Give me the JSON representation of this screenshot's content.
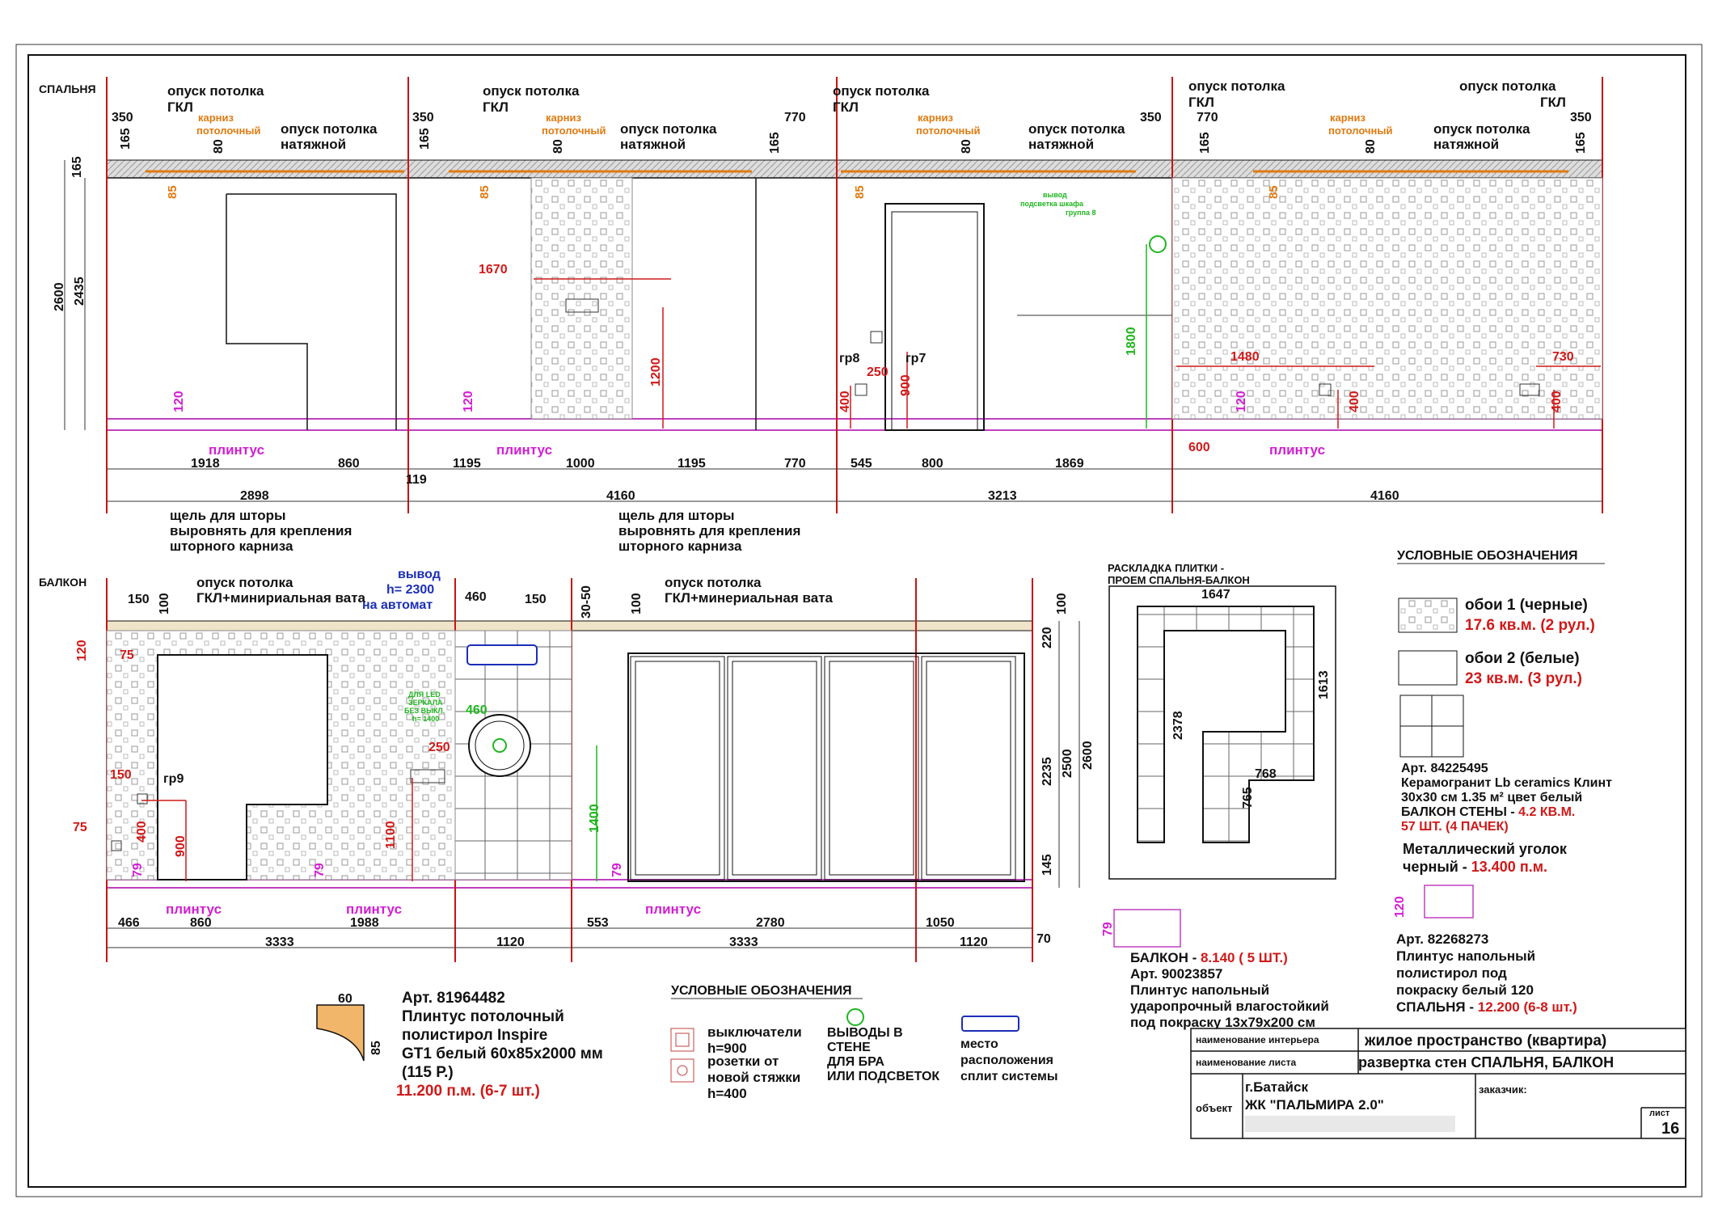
{
  "sections": {
    "bedroom": "СПАЛЬНЯ",
    "balcony": "БАЛКОН"
  },
  "bedroom": {
    "callouts": {
      "ceiling_gkl_1": "опуск потолка",
      "gkl": "ГКЛ",
      "cornice": "карниз",
      "cornice2": "потолочный",
      "ceiling_stretch": "опуск потолка",
      "stretch": "натяжной",
      "output_1": "вывод",
      "output_2": "подсветка шкафа",
      "output_3": "группа 8",
      "baseboard": "плинтус",
      "gr8": "гр8",
      "gr7": "гр7"
    },
    "dims": {
      "d350": "350",
      "d165": "165",
      "d80": "80",
      "d85": "85",
      "d770": "770",
      "d2600": "2600",
      "d2435": "2435",
      "d1670": "1670",
      "d1200": "1200",
      "d1800": "1800",
      "d1480": "1480",
      "d730": "730",
      "d250": "250",
      "d400": "400",
      "d900": "900",
      "d120": "120",
      "d600": "600",
      "d1918": "1918",
      "d860": "860",
      "d119": "119",
      "d1195": "1195",
      "d1000": "1000",
      "d545": "545",
      "d800": "800",
      "d1869": "1869",
      "d2898": "2898",
      "d4160": "4160",
      "d3213": "3213"
    }
  },
  "balcony": {
    "callouts": {
      "gap_1": "щель для шторы",
      "gap_2": "выровнять для крепления",
      "gap_3": "шторного карниза",
      "ceiling_1": "опуск потолка",
      "ceiling_2": "ГКЛ+минириальная вата",
      "ceiling_3": "ГКЛ+минериальная вата",
      "out_1": "вывод",
      "out_2": "h= 2300",
      "out_3": "на автомат",
      "led_1": "ДЛЯ LED",
      "led_2": "ЗЕРКАЛА",
      "led_3": "БЕЗ ВЫКЛ.",
      "led_4": "h= 1400",
      "gr9": "гр9",
      "baseboard": "плинтус"
    },
    "dims": {
      "d150": "150",
      "d100": "100",
      "d120": "120",
      "d75": "75",
      "d460": "460",
      "d3050": "30-50",
      "d250": "250",
      "d400": "400",
      "d900": "900",
      "d1100": "1100",
      "d1400": "1400",
      "d79": "79",
      "d220": "220",
      "d2235": "2235",
      "d2500": "2500",
      "d2600": "2600",
      "d145": "145",
      "d466": "466",
      "d860": "860",
      "d1988": "1988",
      "d553": "553",
      "d2780": "2780",
      "d1050": "1050",
      "d3333": "3333",
      "d1120": "1120",
      "d70": "70"
    }
  },
  "tile_layout": {
    "title_1": "РАСКЛАДКА ПЛИТКИ -",
    "title_2": "ПРОЕМ СПАЛЬНЯ-БАЛКОН",
    "d1647": "1647",
    "d1613": "1613",
    "d2378": "2378",
    "d768": "768",
    "d765": "765"
  },
  "legend_right": {
    "title": "УСЛОВНЫЕ ОБОЗНАЧЕНИЯ",
    "wall1": "обои 1 (черные)",
    "wall1_qty": "17.6 кв.м. (2 рул.)",
    "wall2": "обои 2 (белые)",
    "wall2_qty": "23 кв.м. (3 рул.)",
    "tile_art": "Арт. 84225495",
    "tile_1": "Керамогранит Lb ceramics Клинт",
    "tile_2": "30х30 см 1.35 м² цвет белый",
    "tile_3": "БАЛКОН СТЕНЫ - ",
    "tile_3v": "4.2 КВ.М.",
    "tile_4": "57 ШТ. (4 ПАЧЕК)",
    "corner_1": "Металлический уголок",
    "corner_2": "черный - ",
    "corner_2v": "13.400 п.м."
  },
  "baseboard_info": {
    "d79": "79",
    "d120": "120",
    "balc_1": "БАЛКОН - ",
    "balc_1v": "8.140 ( 5 ШТ.)",
    "balc_art": "Арт. 90023857",
    "balc_2": "Плинтус напольный",
    "balc_3": "ударопрочный влагостойкий",
    "balc_4": "под покраску 13х79х200 см",
    "bed_art": "Арт. 82268273",
    "bed_1": "Плинтус напольный",
    "bed_2": "полистирол под",
    "bed_3": "покраску белый 120",
    "bed_4": "СПАЛЬНЯ - ",
    "bed_4v": "12.200 (6-8 шт.)"
  },
  "ceiling_cornice": {
    "d60": "60",
    "d85": "85",
    "art": "Арт. 81964482",
    "l1": "Плинтус потолочный",
    "l2": "полистирол Inspire",
    "l3": "GT1 белый 60х85х2000 мм",
    "l4": "(115 Р.)",
    "l5": "11.200 п.м. (6-7 шт.)"
  },
  "legend_bottom": {
    "title": "УСЛОВНЫЕ ОБОЗНАЧЕНИЯ",
    "sw_1": "выключатели",
    "sw_2": "h=900",
    "so_1": "розетки от",
    "so_2": "новой стяжки",
    "so_3": "h=400",
    "out_1": "ВЫВОДЫ В",
    "out_2": "СТЕНЕ",
    "out_3": "ДЛЯ БРА",
    "out_4": "ИЛИ ПОДСВЕТОК",
    "ac_1": "место",
    "ac_2": "расположения",
    "ac_3": "сплит системы"
  },
  "title_block": {
    "interior_label": "наименование интерьера",
    "interior": "жилое пространство (квартира)",
    "sheet_label": "наименование листа",
    "sheet": "развертка стен СПАЛЬНЯ, БАЛКОН",
    "object_label": "объект",
    "city": "г.Батайск",
    "complex": "ЖК \"ПАЛЬМИРА 2.0\"",
    "customer": "заказчик:",
    "page_label": "лист",
    "page": "16"
  },
  "colors": {
    "red": "#d01919",
    "magenta": "#d21fd2",
    "green": "#1fb51f",
    "orange": "#e07a10",
    "blue": "#1b2fb8"
  }
}
